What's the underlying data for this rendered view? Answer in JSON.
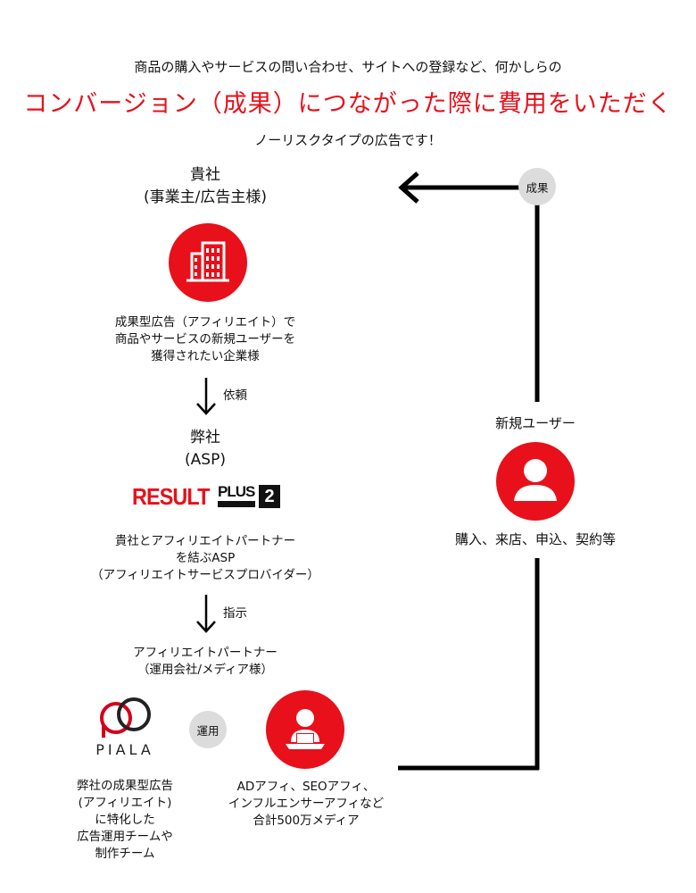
{
  "intro": {
    "line1": "商品の購入やサービスの問い合わせ、サイトへの登録など、何かしらの",
    "headline": "コンバージョン（成果）につながった際に費用をいただく",
    "line2": "ノーリスクタイプの広告です！"
  },
  "client": {
    "title": "貴社",
    "subtitle": "(事業主/広告主様)",
    "desc": [
      "成果型広告（アフィリエイト）で",
      "商品やサービスの新規ユーザーを",
      "獲得されたい企業様"
    ]
  },
  "arrow1_label": "依頼",
  "asp": {
    "title": "弊社",
    "subtitle": "(ASP)",
    "logo_main": "RESULT",
    "logo_plus": "PLUS",
    "logo_num": "2",
    "desc": [
      "貴社とアフィリエイトパートナー",
      "を結ぶASP",
      "（アフィリエイトサービスプロバイダー）"
    ]
  },
  "arrow2_label": "指示",
  "partner": {
    "title": "アフィリエイトパートナー",
    "subtitle": "（運用会社/メディア様）"
  },
  "piala": {
    "logo_text": "PIALA",
    "desc": [
      "弊社の成果型広告",
      "(アフィリエイト)",
      "に特化した",
      "広告運用チームや",
      "制作チーム"
    ]
  },
  "operation_badge": "運用",
  "media": {
    "desc": [
      "ADアフィ、SEOアフィ、",
      "インフルエンサーアフィなど",
      "合計500万メディア"
    ]
  },
  "user": {
    "title": "新規ユーザー",
    "actions": "購入、来店、申込、契約等"
  },
  "result_badge": "成果",
  "colors": {
    "accent": "#e8101a",
    "badge_gray": "#dcdcdc",
    "line": "#000000"
  },
  "icons": [
    "building-icon",
    "user-icon",
    "laptop-person-icon",
    "piala-logo"
  ]
}
